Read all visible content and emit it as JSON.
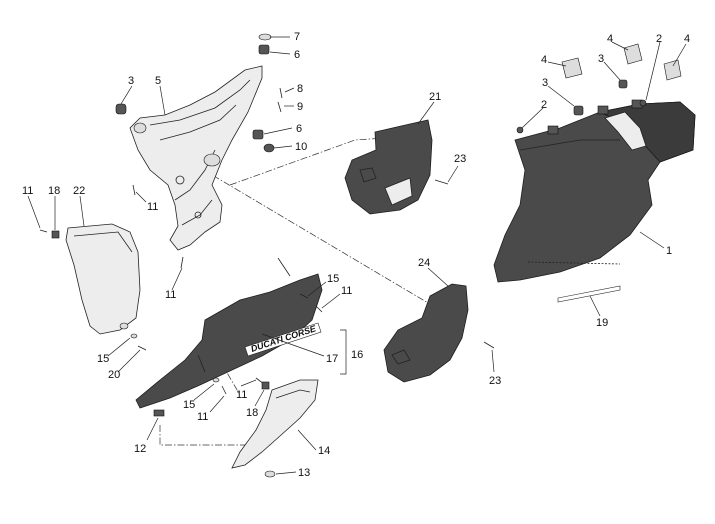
{
  "colors": {
    "background": "#ffffff",
    "panel_dark": "#4a4a4a",
    "panel_light": "#ededed",
    "line": "#222222"
  },
  "decal": {
    "text": "DUCATI CORSE"
  },
  "callouts": [
    {
      "id": "c7",
      "label": "7"
    },
    {
      "id": "c6a",
      "label": "6"
    },
    {
      "id": "c8",
      "label": "8"
    },
    {
      "id": "c9",
      "label": "9"
    },
    {
      "id": "c6b",
      "label": "6"
    },
    {
      "id": "c10",
      "label": "10"
    },
    {
      "id": "c3a",
      "label": "3"
    },
    {
      "id": "c5",
      "label": "5"
    },
    {
      "id": "c11a",
      "label": "11"
    },
    {
      "id": "c18a",
      "label": "18"
    },
    {
      "id": "c22",
      "label": "22"
    },
    {
      "id": "c11b",
      "label": "11"
    },
    {
      "id": "c11c",
      "label": "11"
    },
    {
      "id": "c15a",
      "label": "15"
    },
    {
      "id": "c20",
      "label": "20"
    },
    {
      "id": "c21",
      "label": "21"
    },
    {
      "id": "c23a",
      "label": "23"
    },
    {
      "id": "c15b",
      "label": "15"
    },
    {
      "id": "c11d",
      "label": "11"
    },
    {
      "id": "c24",
      "label": "24"
    },
    {
      "id": "c16",
      "label": "16"
    },
    {
      "id": "c17",
      "label": "17"
    },
    {
      "id": "c23b",
      "label": "23"
    },
    {
      "id": "c15c",
      "label": "15"
    },
    {
      "id": "c11e",
      "label": "11"
    },
    {
      "id": "c11f",
      "label": "11"
    },
    {
      "id": "c18b",
      "label": "18"
    },
    {
      "id": "c12",
      "label": "12"
    },
    {
      "id": "c14",
      "label": "14"
    },
    {
      "id": "c13",
      "label": "13"
    },
    {
      "id": "c4a",
      "label": "4"
    },
    {
      "id": "c4b",
      "label": "4"
    },
    {
      "id": "c2a",
      "label": "2"
    },
    {
      "id": "c4c",
      "label": "4"
    },
    {
      "id": "c3b",
      "label": "3"
    },
    {
      "id": "c3c",
      "label": "3"
    },
    {
      "id": "c2b",
      "label": "2"
    },
    {
      "id": "c1",
      "label": "1"
    },
    {
      "id": "c19",
      "label": "19"
    }
  ]
}
